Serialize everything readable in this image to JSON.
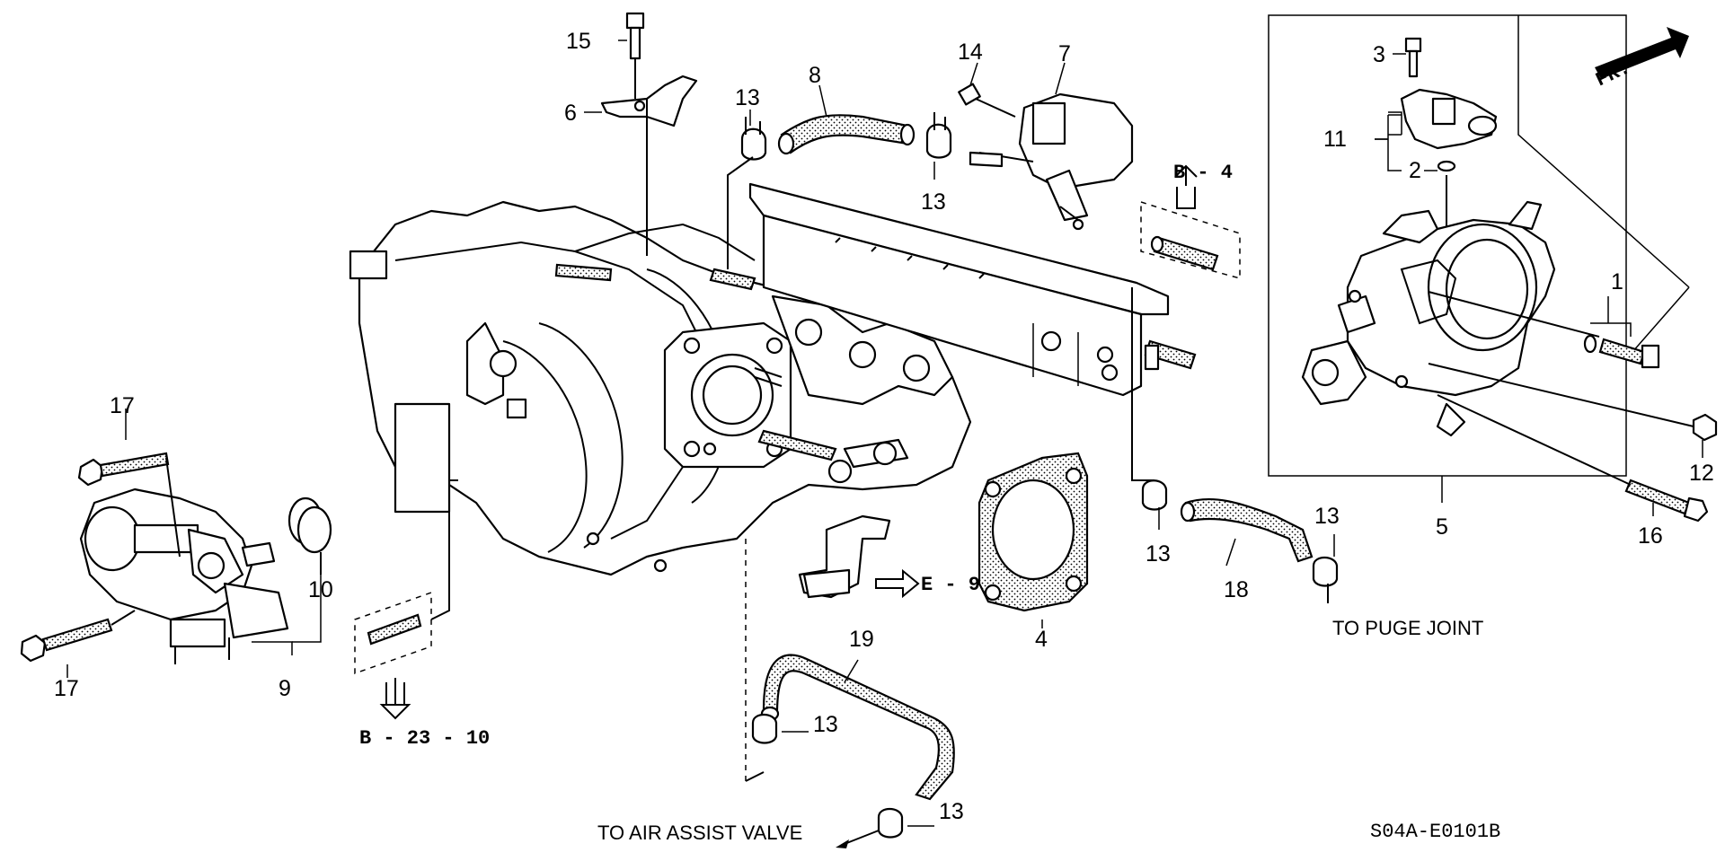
{
  "callouts": {
    "n1": "1",
    "n2": "2",
    "n3": "3",
    "n4": "4",
    "n5": "5",
    "n6": "6",
    "n7": "7",
    "n8": "8",
    "n9": "9",
    "n10": "10",
    "n11": "11",
    "n12": "12",
    "n13": "13",
    "n14": "14",
    "n15": "15",
    "n16": "16",
    "n17": "17",
    "n18": "18",
    "n19": "19"
  },
  "references": {
    "b4": "B - 4",
    "e9": "E - 9",
    "b2310": "B - 23 - 10"
  },
  "notes": {
    "to_puge_joint": "TO PUGE JOINT",
    "to_air_assist_valve": "TO AIR ASSIST VALVE",
    "front": "FR."
  },
  "diagram_code": "S04A-E0101B"
}
